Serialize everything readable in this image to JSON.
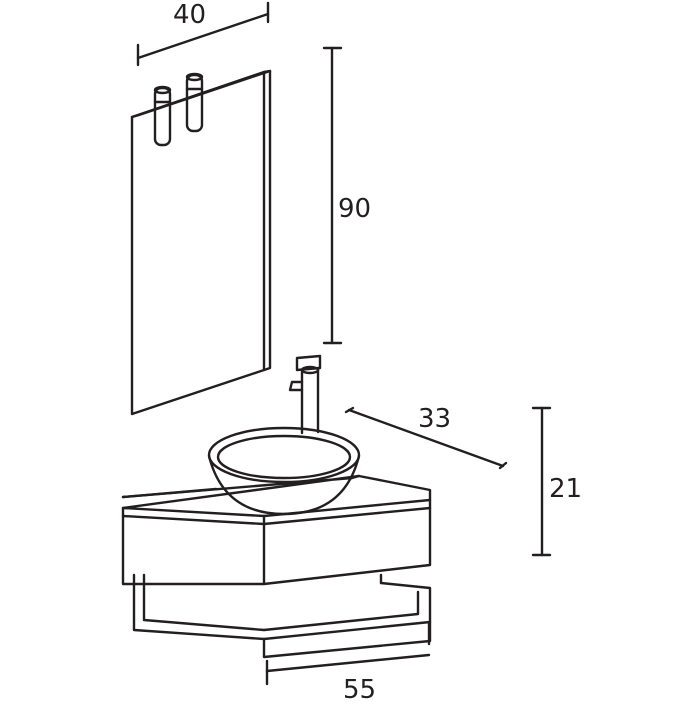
{
  "dimensions": {
    "mirror_width": "40",
    "mirror_height": "90",
    "cabinet_depth": "33",
    "cabinet_height": "21",
    "cabinet_width": "55"
  },
  "colors": {
    "stroke": "#231f20",
    "background": "#ffffff"
  }
}
